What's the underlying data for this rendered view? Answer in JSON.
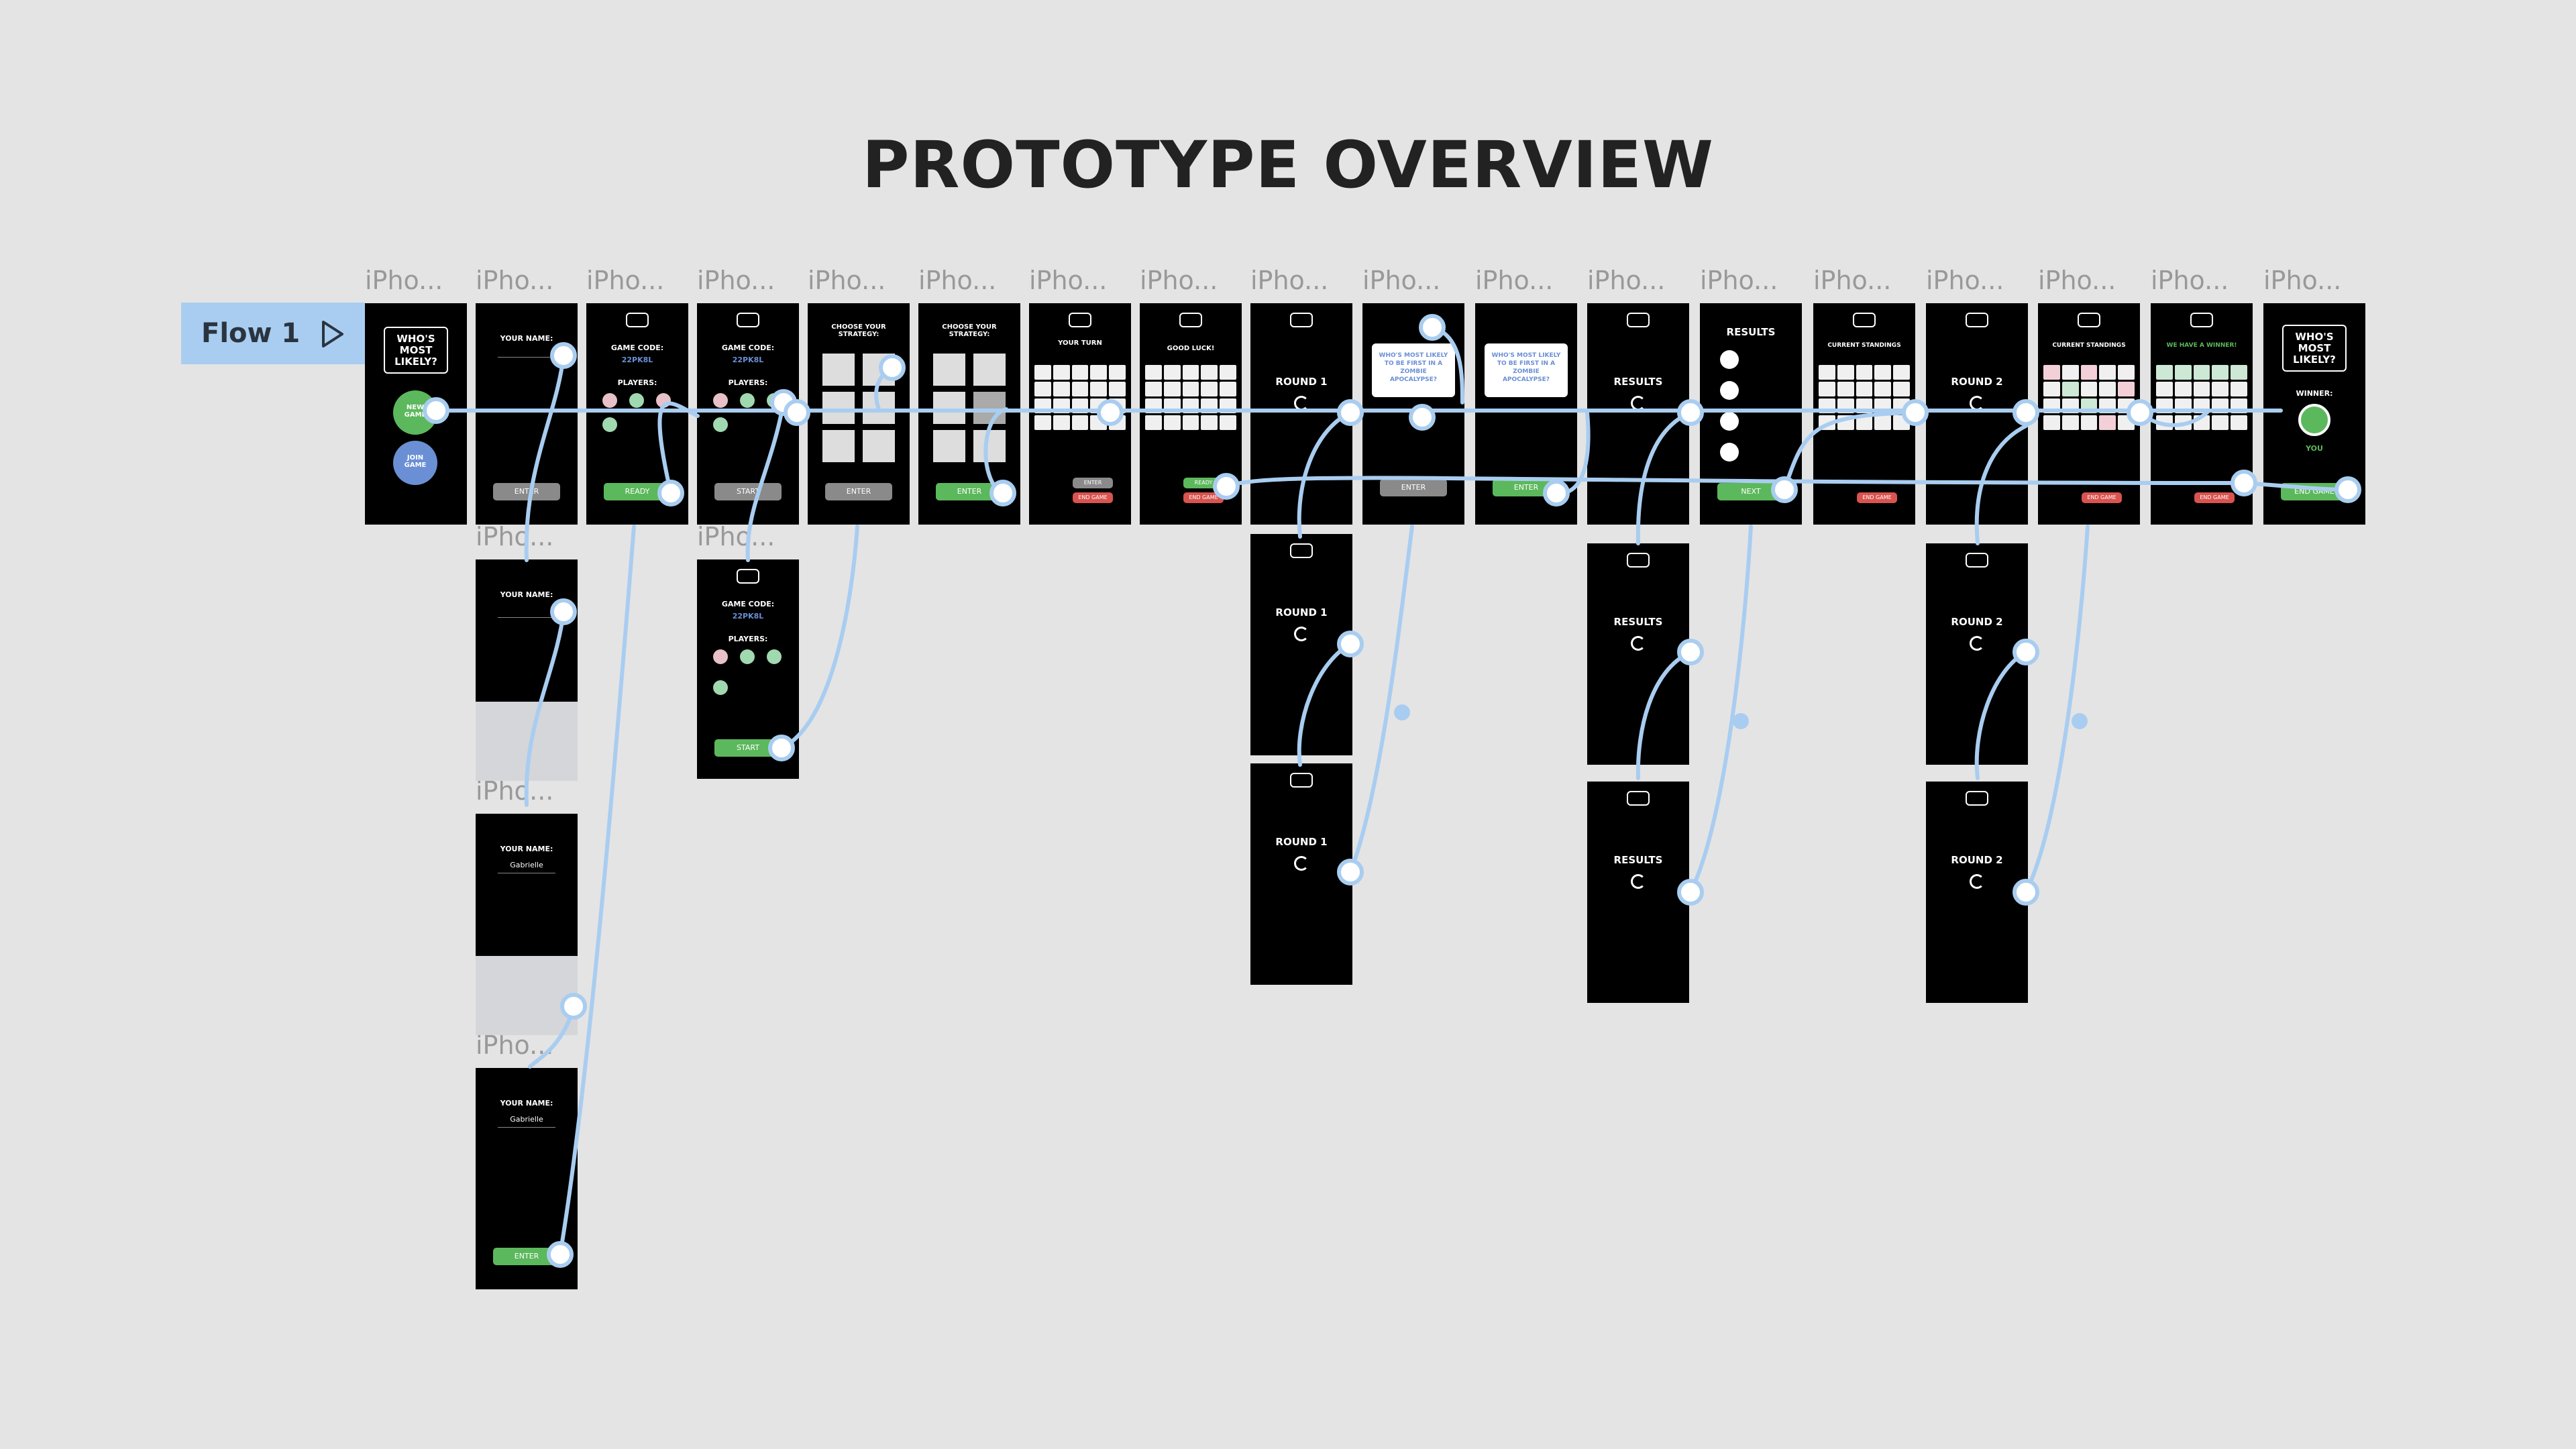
{
  "title": "PROTOTYPE OVERVIEW",
  "flow": {
    "label": "Flow 1"
  },
  "frame_label": "iPho...",
  "screens": {
    "logo_text": "WHO'S MOST LIKELY?",
    "new_game": "NEW GAME",
    "join_game": "JOIN GAME",
    "your_name": "YOUR NAME:",
    "name_value": "Gabrielle",
    "enter": "ENTER",
    "game_code": "GAME CODE:",
    "code_value": "22PK8L",
    "players": "PLAYERS:",
    "ready": "READY",
    "start": "START",
    "choose_strategy": "CHOOSE YOUR STRATEGY:",
    "your_turn": "YOUR TURN",
    "good_luck": "GOOD LUCK!",
    "round1": "ROUND 1",
    "round2": "ROUND 2",
    "question": "WHO'S MOST LIKELY TO BE FIRST IN A ZOMBIE APOCALYPSE?",
    "results": "RESULTS",
    "next": "NEXT",
    "current_standings": "CURRENT STANDINGS",
    "we_have_winner": "WE HAVE A WINNER!",
    "winner": "WINNER:",
    "you": "YOU",
    "end_game": "END GAME"
  },
  "colors": {
    "flow_tag": "#a9cdf0",
    "arrow": "#a9cdf0",
    "green": "#5cb85c",
    "blue": "#6a8fd4"
  }
}
